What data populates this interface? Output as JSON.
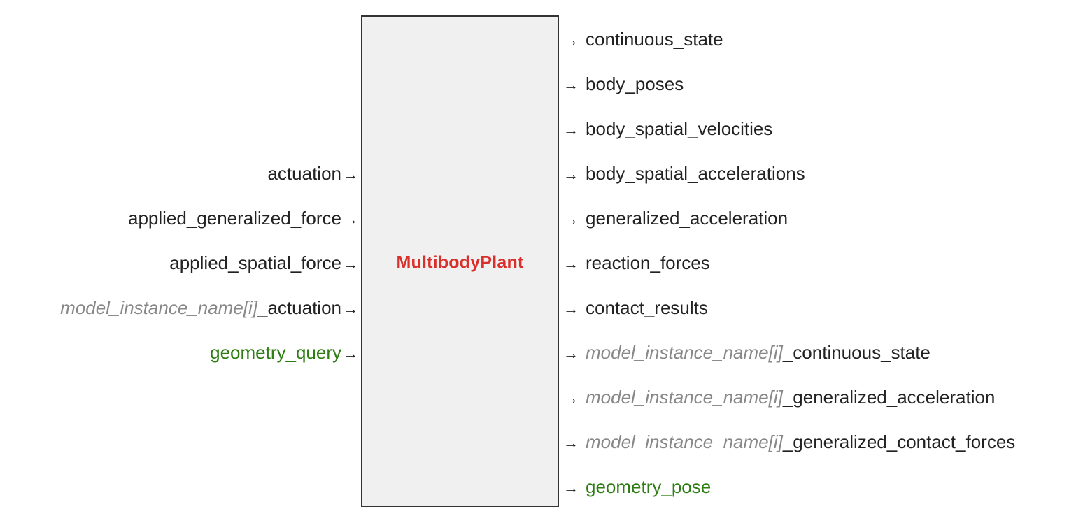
{
  "colors": {
    "title": "#d9302b",
    "text": "#222222",
    "prefix": "#888888",
    "geometry": "#2d7d12",
    "block_fill": "#f0f0f0",
    "block_border": "#333333"
  },
  "block": {
    "title": "MultibodyPlant"
  },
  "arrow_glyph": "→",
  "inputs": [
    {
      "prefix": "",
      "name": "actuation",
      "kind": "normal"
    },
    {
      "prefix": "",
      "name": "applied_generalized_force",
      "kind": "normal"
    },
    {
      "prefix": "",
      "name": "applied_spatial_force",
      "kind": "normal"
    },
    {
      "prefix": "model_instance_name[i]",
      "name": "_actuation",
      "kind": "normal"
    },
    {
      "prefix": "",
      "name": "geometry_query",
      "kind": "geometry"
    }
  ],
  "outputs": [
    {
      "prefix": "",
      "name": "continuous_state",
      "kind": "normal"
    },
    {
      "prefix": "",
      "name": "body_poses",
      "kind": "normal"
    },
    {
      "prefix": "",
      "name": "body_spatial_velocities",
      "kind": "normal"
    },
    {
      "prefix": "",
      "name": "body_spatial_accelerations",
      "kind": "normal"
    },
    {
      "prefix": "",
      "name": "generalized_acceleration",
      "kind": "normal"
    },
    {
      "prefix": "",
      "name": "reaction_forces",
      "kind": "normal"
    },
    {
      "prefix": "",
      "name": "contact_results",
      "kind": "normal"
    },
    {
      "prefix": "model_instance_name[i]",
      "name": "_continuous_state",
      "kind": "normal"
    },
    {
      "prefix": "model_instance_name[i]",
      "name": "_generalized_acceleration",
      "kind": "normal"
    },
    {
      "prefix": "model_instance_name[i]",
      "name": "_generalized_contact_forces",
      "kind": "normal"
    },
    {
      "prefix": "",
      "name": "geometry_pose",
      "kind": "geometry"
    }
  ]
}
